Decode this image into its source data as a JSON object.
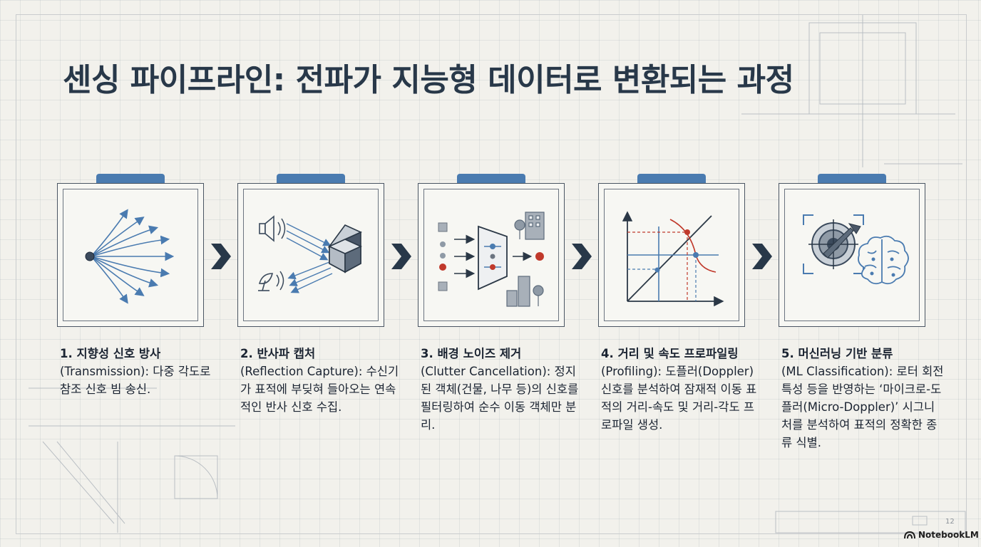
{
  "title": "센싱 파이프라인: 전파가 지능형 데이터로 변환되는 과정",
  "steps": [
    {
      "heading": "1. 지향성 신호 방사",
      "body": "(Transmission): 다중 각도로 참조 신호 빔 송신.",
      "icon": "radiating-beam-icon"
    },
    {
      "heading": "2. 반사파 캡처",
      "body": "(Reflection Capture): 수신기가 표적에 부딪혀 들아오는 연속적인 반사 신호 수집.",
      "icon": "antenna-reflection-icon"
    },
    {
      "heading": "3. 배경 노이즈 제거",
      "body": "(Clutter Cancellation): 정지된 객체(건물, 나무 등)의 신호를 필터링하여 순수 이동 객체만 분리.",
      "icon": "clutter-filter-icon"
    },
    {
      "heading": "4. 거리 및 속도 프로파일링",
      "body": "(Profiling): 도플러(Doppler) 신호를 분석하여 잠재적 이동 표적의 거리-속도 및 거리-각도 프로파일 생성.",
      "icon": "range-velocity-graph-icon"
    },
    {
      "heading": "5. 머신러닝 기반 분류",
      "body": "(ML Classification): 로터 회전 특성 등을 반영하는 ‘마이크로-도플러(Micro-Doppler)’ 시그니처를 분석하여 표적의 정확한 종류 식별.",
      "icon": "target-brain-icon"
    }
  ],
  "footer": {
    "page_number": "12",
    "brand": "NotebookLM"
  },
  "colors": {
    "accent_blue": "#4a7bb0",
    "accent_red": "#c0392b",
    "navy": "#283849",
    "background": "#f2f1ec"
  }
}
